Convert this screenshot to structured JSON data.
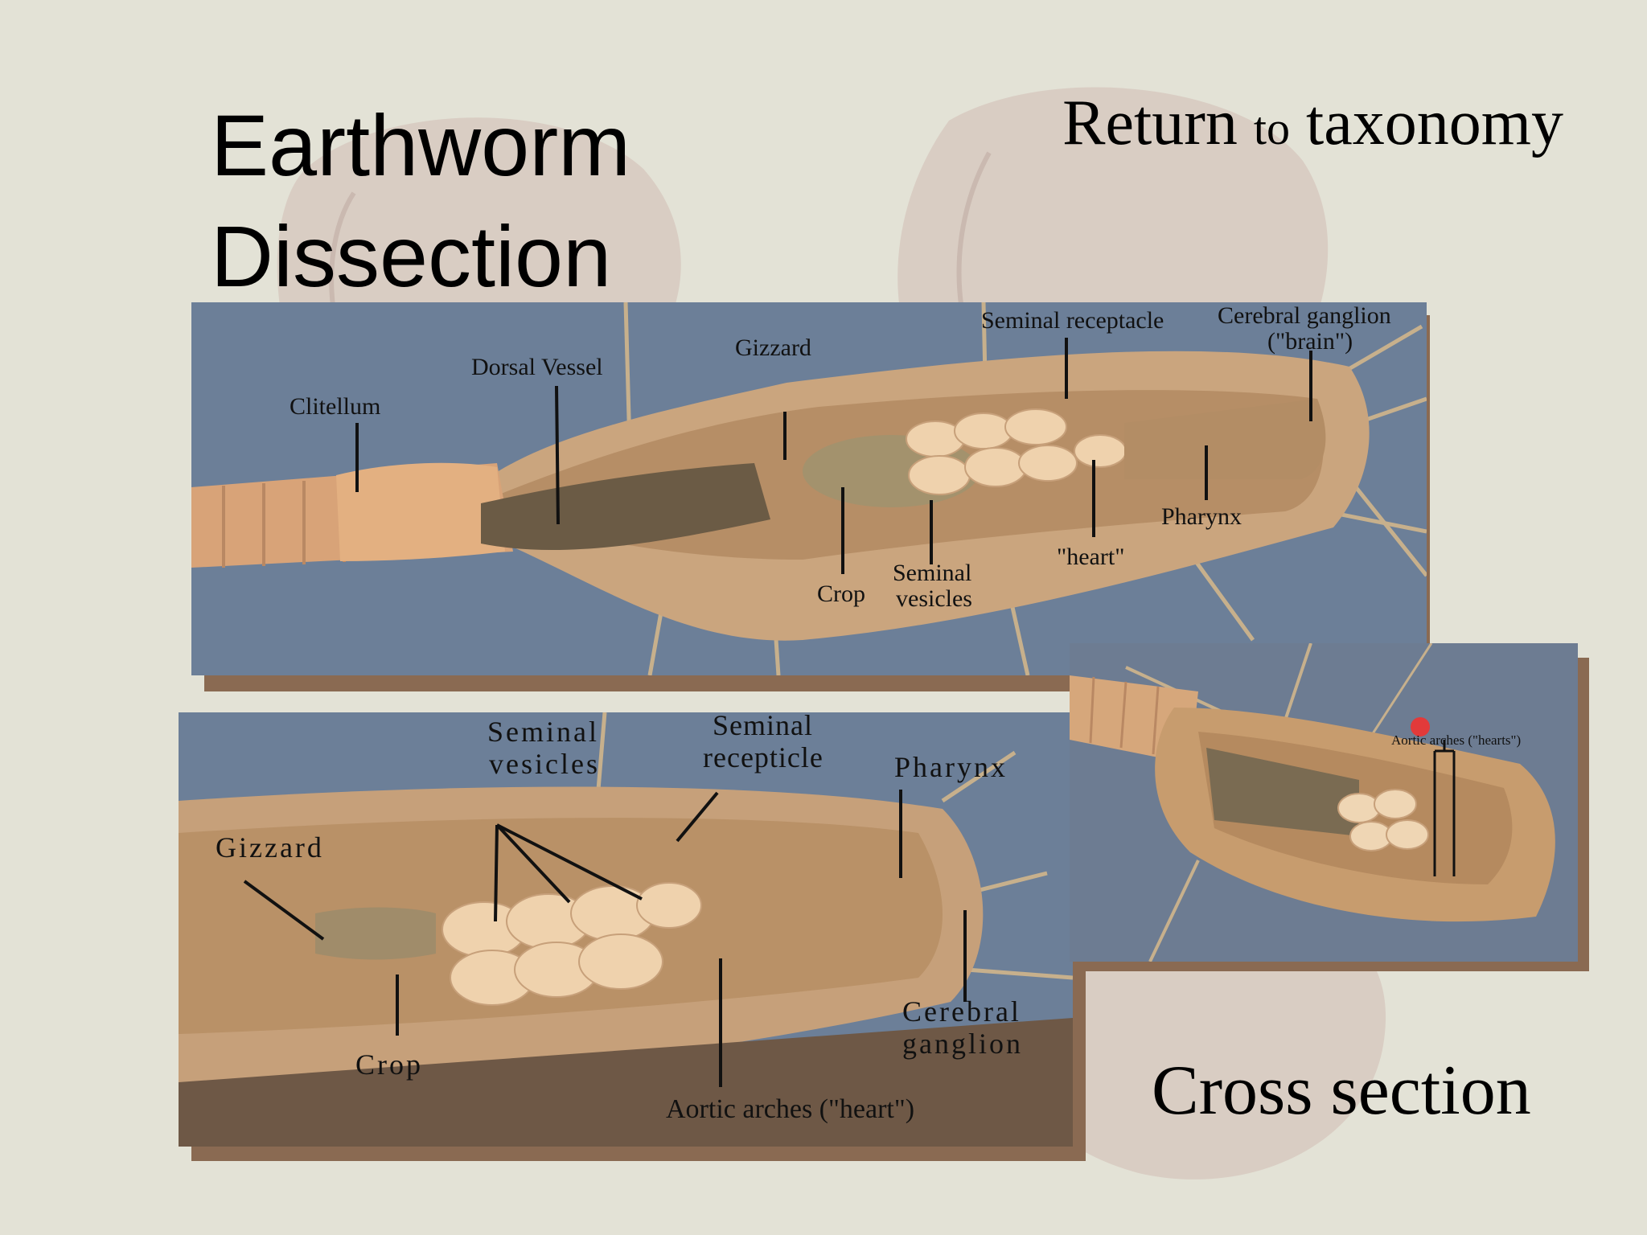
{
  "slide": {
    "title_line1": "Earthworm",
    "title_line2": "Dissection",
    "return_link_part1": "Return ",
    "return_link_part2": "to",
    "return_link_part3": " taxonomy",
    "cross_section_label": "Cross section"
  },
  "photo_top": {
    "labels": {
      "clitellum": "Clitellum",
      "dorsal_vessel": "Dorsal Vessel",
      "gizzard": "Gizzard",
      "seminal_receptacle": "Seminal receptacle",
      "cerebral_ganglion_1": "Cerebral ganglion",
      "cerebral_ganglion_2": "(\"brain\")",
      "pharynx": "Pharynx",
      "heart": "\"heart\"",
      "crop": "Crop",
      "seminal_vesicles_1": "Seminal",
      "seminal_vesicles_2": "vesicles"
    }
  },
  "photo_bottom": {
    "labels": {
      "seminal_vesicles_1": "Seminal",
      "seminal_vesicles_2": "vesicles",
      "seminal_recepticle_1": "Seminal",
      "seminal_recepticle_2": "recepticle",
      "pharynx": "Pharynx",
      "gizzard": "Gizzard",
      "crop": "Crop",
      "cerebral_ganglion_1": "Cerebral",
      "cerebral_ganglion_2": "ganglion",
      "aortic_arches": "Aortic arches (\"heart\")"
    }
  },
  "photo_cross": {
    "labels": {
      "aortic_arches": "Aortic arches (\"hearts\")"
    }
  },
  "colors": {
    "background": "#e3e2d6",
    "photo_blue": "#6c7f98",
    "tissue": "#c9a27a",
    "frame_shadow": "#8a6a52"
  }
}
